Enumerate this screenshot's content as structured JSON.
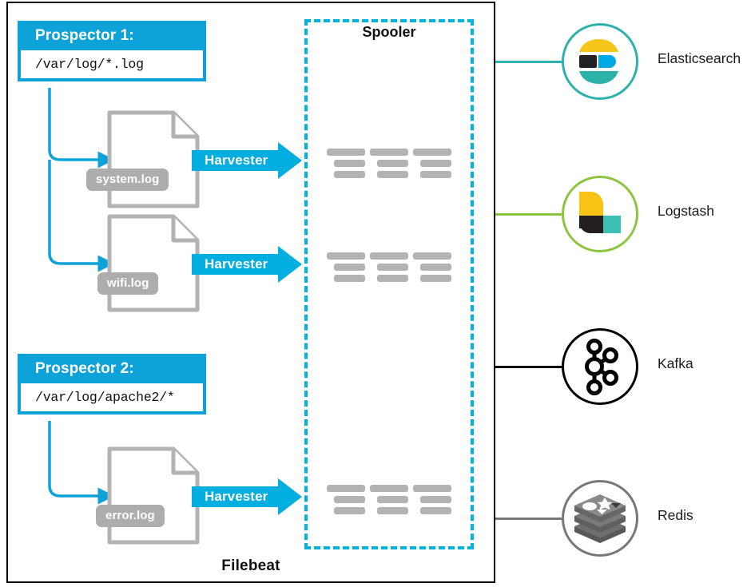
{
  "diagram": {
    "container_label": "Filebeat",
    "spooler_label": "Spooler",
    "colors": {
      "brand_blue": "#0DA2D8",
      "spooler_dashed": "#00B4E0",
      "doc_gray": "#B3B3B3",
      "badge_gray": "#ADADAD",
      "elasticsearch_teal": "#2BB2AB",
      "elasticsearch_yellow": "#F5C518",
      "elasticsearch_cyan": "#00A9E5",
      "elasticsearch_black": "#222222",
      "logstash_green": "#8CC63E",
      "logstash_yellow": "#F9C315",
      "logstash_teal": "#3EBFB4",
      "logstash_black": "#231F20",
      "kafka_black": "#000000",
      "redis_gray": "#777777",
      "frame_black": "#000000"
    }
  },
  "prospectors": [
    {
      "id": "prospector-1",
      "title": "Prospector 1:",
      "path": "/var/log/*.log"
    },
    {
      "id": "prospector-2",
      "title": "Prospector 2:",
      "path": "/var/log/apache2/*"
    }
  ],
  "log_files": [
    {
      "id": "system-log",
      "name": "system.log"
    },
    {
      "id": "wifi-log",
      "name": "wifi.log"
    },
    {
      "id": "error-log",
      "name": "error.log"
    }
  ],
  "harvesters": [
    {
      "id": "harvester-1",
      "label": "Harvester"
    },
    {
      "id": "harvester-2",
      "label": "Harvester"
    },
    {
      "id": "harvester-3",
      "label": "Harvester"
    }
  ],
  "outputs": [
    {
      "id": "elasticsearch",
      "label": "Elasticsearch",
      "icon": "elasticsearch-logo-icon",
      "ring_color": "#2BB2AB",
      "connector_color": "#2BB2AB"
    },
    {
      "id": "logstash",
      "label": "Logstash",
      "icon": "logstash-logo-icon",
      "ring_color": "#8CC63E",
      "connector_color": "#8CC63E"
    },
    {
      "id": "kafka",
      "label": "Kafka",
      "icon": "kafka-logo-icon",
      "ring_color": "#000000",
      "connector_color": "#000000"
    },
    {
      "id": "redis",
      "label": "Redis",
      "icon": "redis-logo-icon",
      "ring_color": "#777777",
      "connector_color": "#777777"
    }
  ]
}
